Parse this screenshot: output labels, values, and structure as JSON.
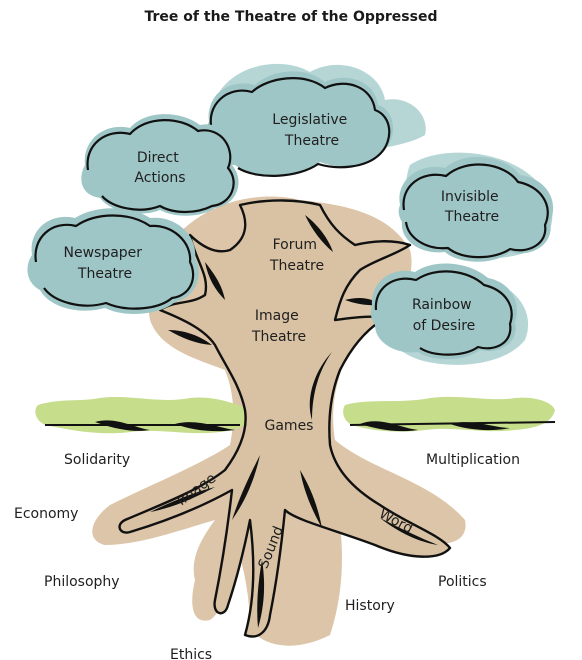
{
  "title": "Tree of the Theatre of the Oppressed",
  "crown": {
    "direct_actions": [
      "Direct",
      "Actions"
    ],
    "legislative_theatre": [
      "Legislative",
      "Theatre"
    ],
    "invisible_theatre": [
      "Invisible",
      "Theatre"
    ],
    "newspaper_theatre": [
      "Newspaper",
      "Theatre"
    ],
    "rainbow_of_desire": [
      "Rainbow",
      "of Desire"
    ]
  },
  "trunk": {
    "forum_theatre": [
      "Forum",
      "Theatre"
    ],
    "image_theatre": [
      "Image",
      "Theatre"
    ],
    "games": "Games"
  },
  "roots": {
    "image": "Image",
    "sound": "Sound",
    "word": "Word"
  },
  "soil": {
    "solidarity": "Solidarity",
    "multiplication": "Multiplication",
    "economy": "Economy",
    "philosophy": "Philosophy",
    "politics": "Politics",
    "history": "History",
    "ethics": "Ethics"
  },
  "colors": {
    "leaves": "#9fc6c6",
    "trunk": "#d8c2a3",
    "grass": "#c6dd8c",
    "outline": "#111111"
  }
}
